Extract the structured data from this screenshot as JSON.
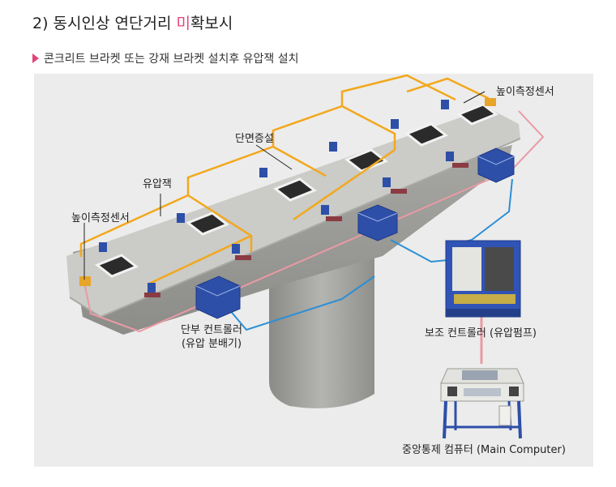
{
  "header": {
    "title_prefix": "2) 동시인상 연단거리 ",
    "title_highlight": "미",
    "title_suffix": "확보시",
    "subtitle": "콘크리트 브라켓 또는 강재 브라켓 설치후 유압잭 설치",
    "accent_color": "#e2457a"
  },
  "labels": {
    "height_sensor_right": "높이측정센서",
    "height_sensor_left": "높이측정센서",
    "section_increase": "단면증설",
    "hydraulic_jack": "유압잭",
    "end_controller_line1": "단부 컨트롤러",
    "end_controller_line2": "(유압 분배기)",
    "aux_controller": "보조 컨트롤러 (유압펌프)",
    "main_computer": "중앙통제 컴퓨터 (Main Computer)"
  },
  "colors": {
    "panel_bg": "#ececec",
    "concrete": "#c9c9c5",
    "frame_orange": "#f2a81d",
    "jack_blue": "#2d4fa8",
    "cable_blue": "#2b8fd6",
    "cable_pink": "#e99aa5"
  }
}
